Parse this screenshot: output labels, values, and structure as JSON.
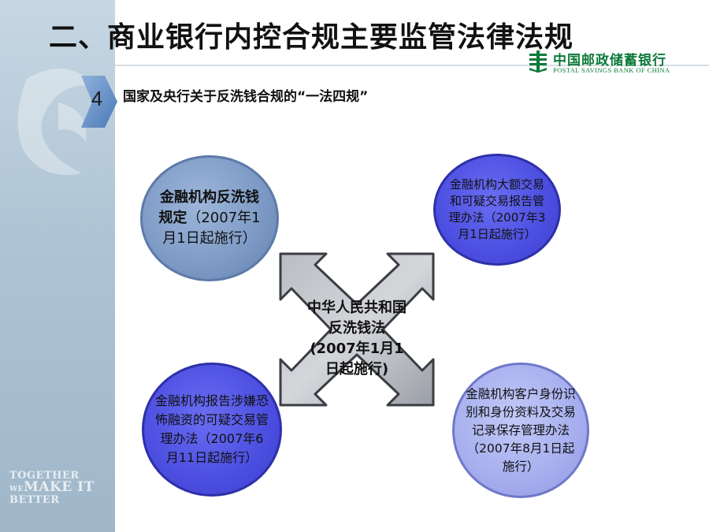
{
  "header": {
    "title": "二、商业银行内控合规主要监管法律法规",
    "bank_name_cn": "中国邮政储蓄银行",
    "bank_name_en": "POSTAL SAVINGS BANK OF CHINA",
    "brand_color": "#0c7a3a"
  },
  "sidebar": {
    "slogan_line1": "TOGETHER",
    "slogan_we": "WE",
    "slogan_make": "MAKE IT",
    "slogan_line3": "BETTER"
  },
  "section": {
    "number": "4",
    "subtitle": "国家及央行关于反洗钱合规的“一法四规”"
  },
  "center": {
    "line1": "中华人民共和国",
    "line2": "反洗钱法",
    "line3": "(2007年1月1",
    "line4": "日起施行)"
  },
  "circles": {
    "top_left": {
      "bold": "金融机构反洗钱规定",
      "normal": "（2007年1月1日起施行）"
    },
    "top_right": {
      "text": "金融机构大额交易和可疑交易报告管理办法（2007年3月1日起施行）"
    },
    "bottom_left": {
      "text": "金融机构报告涉嫌恐怖融资的可疑交易管理办法（2007年6月11日起施行）"
    },
    "bottom_right": {
      "text": "金融机构客户身份识别和身份资料及交易记录保存管理办法（2007年8月1日起施行）"
    }
  }
}
